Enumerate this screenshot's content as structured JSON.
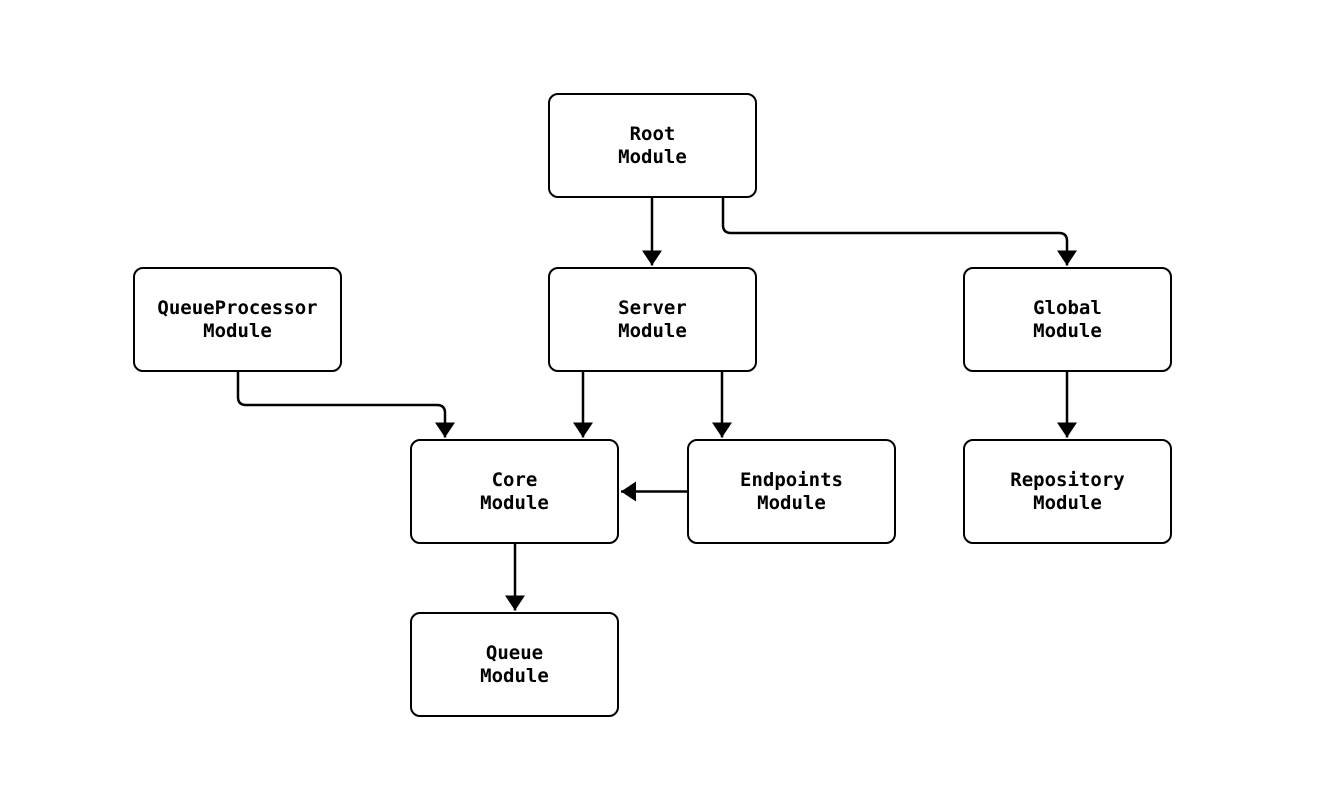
{
  "diagram": {
    "type": "module-dependency-flowchart",
    "background_color": "#ffffff",
    "stroke_color": "#000000",
    "nodes": {
      "root": {
        "label": "Root\nModule"
      },
      "queueprocessor": {
        "label": "QueueProcessor\nModule"
      },
      "server": {
        "label": "Server\nModule"
      },
      "global": {
        "label": "Global\nModule"
      },
      "core": {
        "label": "Core\nModule"
      },
      "endpoints": {
        "label": "Endpoints\nModule"
      },
      "repository": {
        "label": "Repository\nModule"
      },
      "queue": {
        "label": "Queue\nModule"
      }
    },
    "edges": [
      {
        "from": "Root Module",
        "to": "Server Module"
      },
      {
        "from": "Root Module",
        "to": "Global Module"
      },
      {
        "from": "QueueProcessor Module",
        "to": "Core Module"
      },
      {
        "from": "Server Module",
        "to": "Core Module"
      },
      {
        "from": "Server Module",
        "to": "Endpoints Module"
      },
      {
        "from": "Endpoints Module",
        "to": "Core Module"
      },
      {
        "from": "Global Module",
        "to": "Repository Module"
      },
      {
        "from": "Core Module",
        "to": "Queue Module"
      }
    ]
  }
}
